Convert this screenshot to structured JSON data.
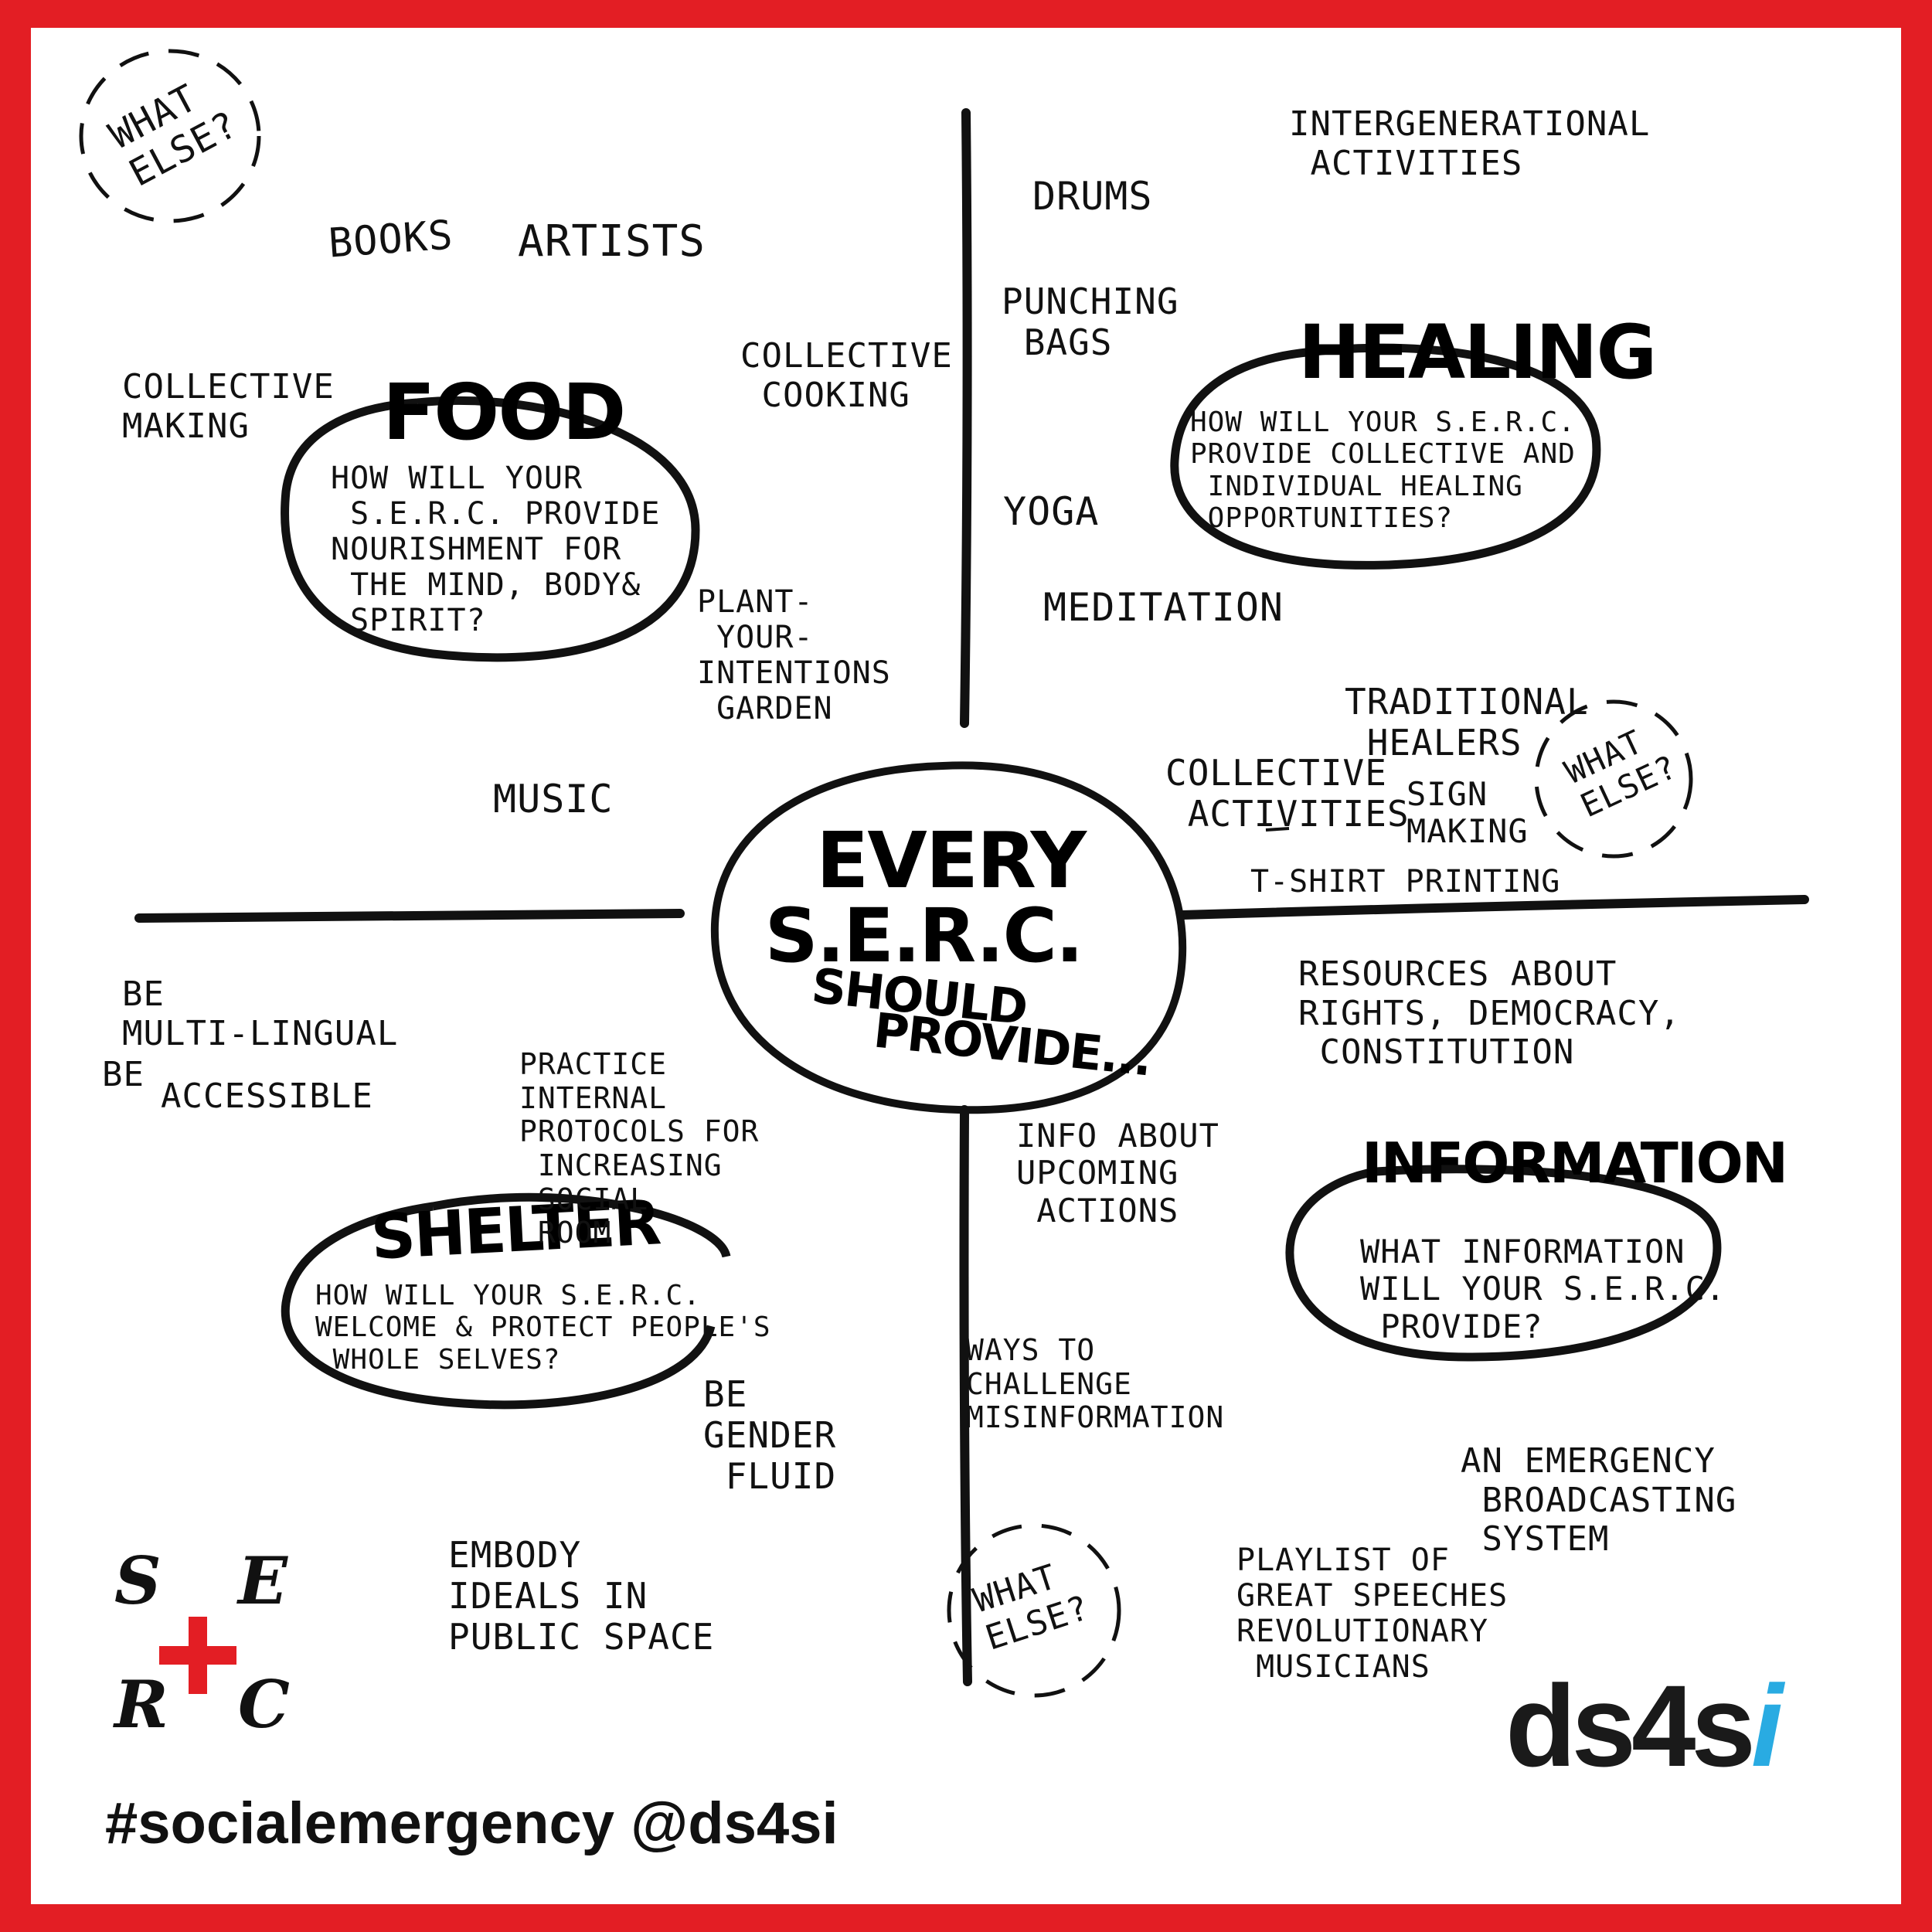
{
  "center": {
    "line1": "EVERY",
    "line2": "S.E.R.C.",
    "line3": "SHOULD",
    "line4": "PROVIDE..."
  },
  "quadrants": {
    "food": {
      "title": "FOOD",
      "question": "HOW WILL YOUR\n S.E.R.C. PROVIDE\nNOURISHMENT FOR\n THE MIND, BODY&\n SPIRIT?",
      "ideas": [
        "BOOKS",
        "ARTISTS",
        "COLLECTIVE\nMAKING",
        "COLLECTIVE\n COOKING",
        "PLANT-\n YOUR-\nINTENTIONS\n GARDEN",
        "MUSIC"
      ]
    },
    "healing": {
      "title": "HEALING",
      "question": "HOW WILL YOUR S.E.R.C.\nPROVIDE COLLECTIVE AND\n INDIVIDUAL HEALING\n OPPORTUNITIES?",
      "ideas": [
        "INTERGENERATIONAL\n ACTIVITIES",
        "DRUMS",
        "PUNCHING\n BAGS",
        "YOGA",
        "MEDITATION",
        "TRADITIONAL\n HEALERS",
        "COLLECTIVE\n ACTIVITIES",
        "SIGN\nMAKING",
        "T-SHIRT PRINTING"
      ]
    },
    "shelter": {
      "title": "SHELTER",
      "question": "HOW WILL YOUR S.E.R.C.\nWELCOME & PROTECT PEOPLE'S\n WHOLE SELVES?",
      "ideas": [
        "BE\nMULTI-LINGUAL",
        "BE",
        "ACCESSIBLE",
        "PRACTICE\nINTERNAL\nPROTOCOLS FOR\n INCREASING\n SOCIAL\n ROOM",
        "BE\nGENDER\n FLUID",
        "EMBODY\nIDEALS IN\nPUBLIC SPACE"
      ]
    },
    "information": {
      "title": "INFORMATION",
      "question": "WHAT INFORMATION\nWILL YOUR S.E.R.C.\n PROVIDE?",
      "ideas": [
        "RESOURCES ABOUT\nRIGHTS, DEMOCRACY,\n CONSTITUTION",
        "INFO ABOUT\nUPCOMING\n ACTIONS",
        "WAYS TO\nCHALLENGE\nMISINFORMATION",
        "AN EMERGENCY\n BROADCASTING\n SYSTEM",
        "PLAYLIST OF\nGREAT SPEECHES\nREVOLUTIONARY\n MUSICIANS"
      ]
    }
  },
  "what_else": "WHAT\nELSE?",
  "logo": {
    "s": "S",
    "e": "E",
    "r": "R",
    "c": "C"
  },
  "footer": {
    "hashtag": "#socialemergency @ds4si",
    "brand_main": "ds4s",
    "brand_accent": "i"
  },
  "colors": {
    "frame": "#e31e24",
    "ink": "#111111",
    "accent": "#29abe2"
  }
}
